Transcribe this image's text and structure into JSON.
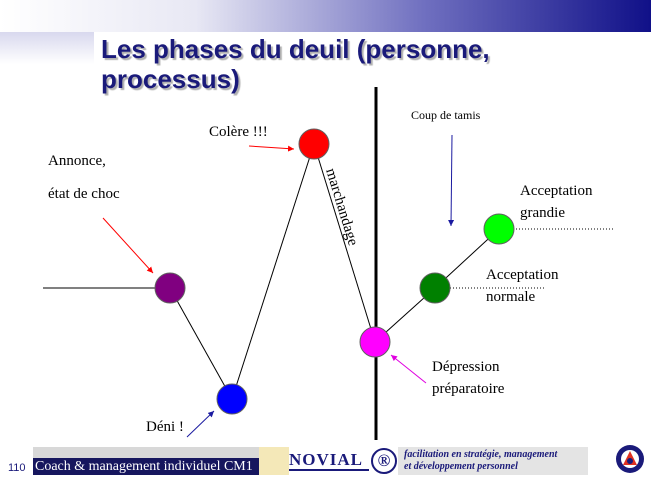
{
  "title": "Les phases du deuil (personne, processus)",
  "labels": {
    "annonce": "Annonce,",
    "choc": "état de choc",
    "colere": "Colère !!!",
    "marchandage": "marchandage",
    "coup": "Coup de tamis",
    "acc_grandie_1": "Acceptation",
    "acc_grandie_2": "grandie",
    "acc_normale_1": "Acceptation",
    "acc_normale_2": "normale",
    "depression_1": "Dépression",
    "depression_2": "préparatoire",
    "deni": "Déni !"
  },
  "colors": {
    "annonce": "#800080",
    "deni": "#0000ff",
    "colere": "#ff0000",
    "depression": "#ff00ff",
    "acceptation_normale": "#008000",
    "acceptation_grandie": "#00ff00",
    "arrow_red": "#ff0000",
    "arrow_blue": "#1a1aa0",
    "arrow_magenta": "#e000e0"
  },
  "footer": {
    "page": "110",
    "left": "Coach & management individuel CM1",
    "logo": "NOVIAL",
    "registered": "®",
    "tagline_1": "facilitation en stratégie, management",
    "tagline_2": "et développement personnel"
  }
}
